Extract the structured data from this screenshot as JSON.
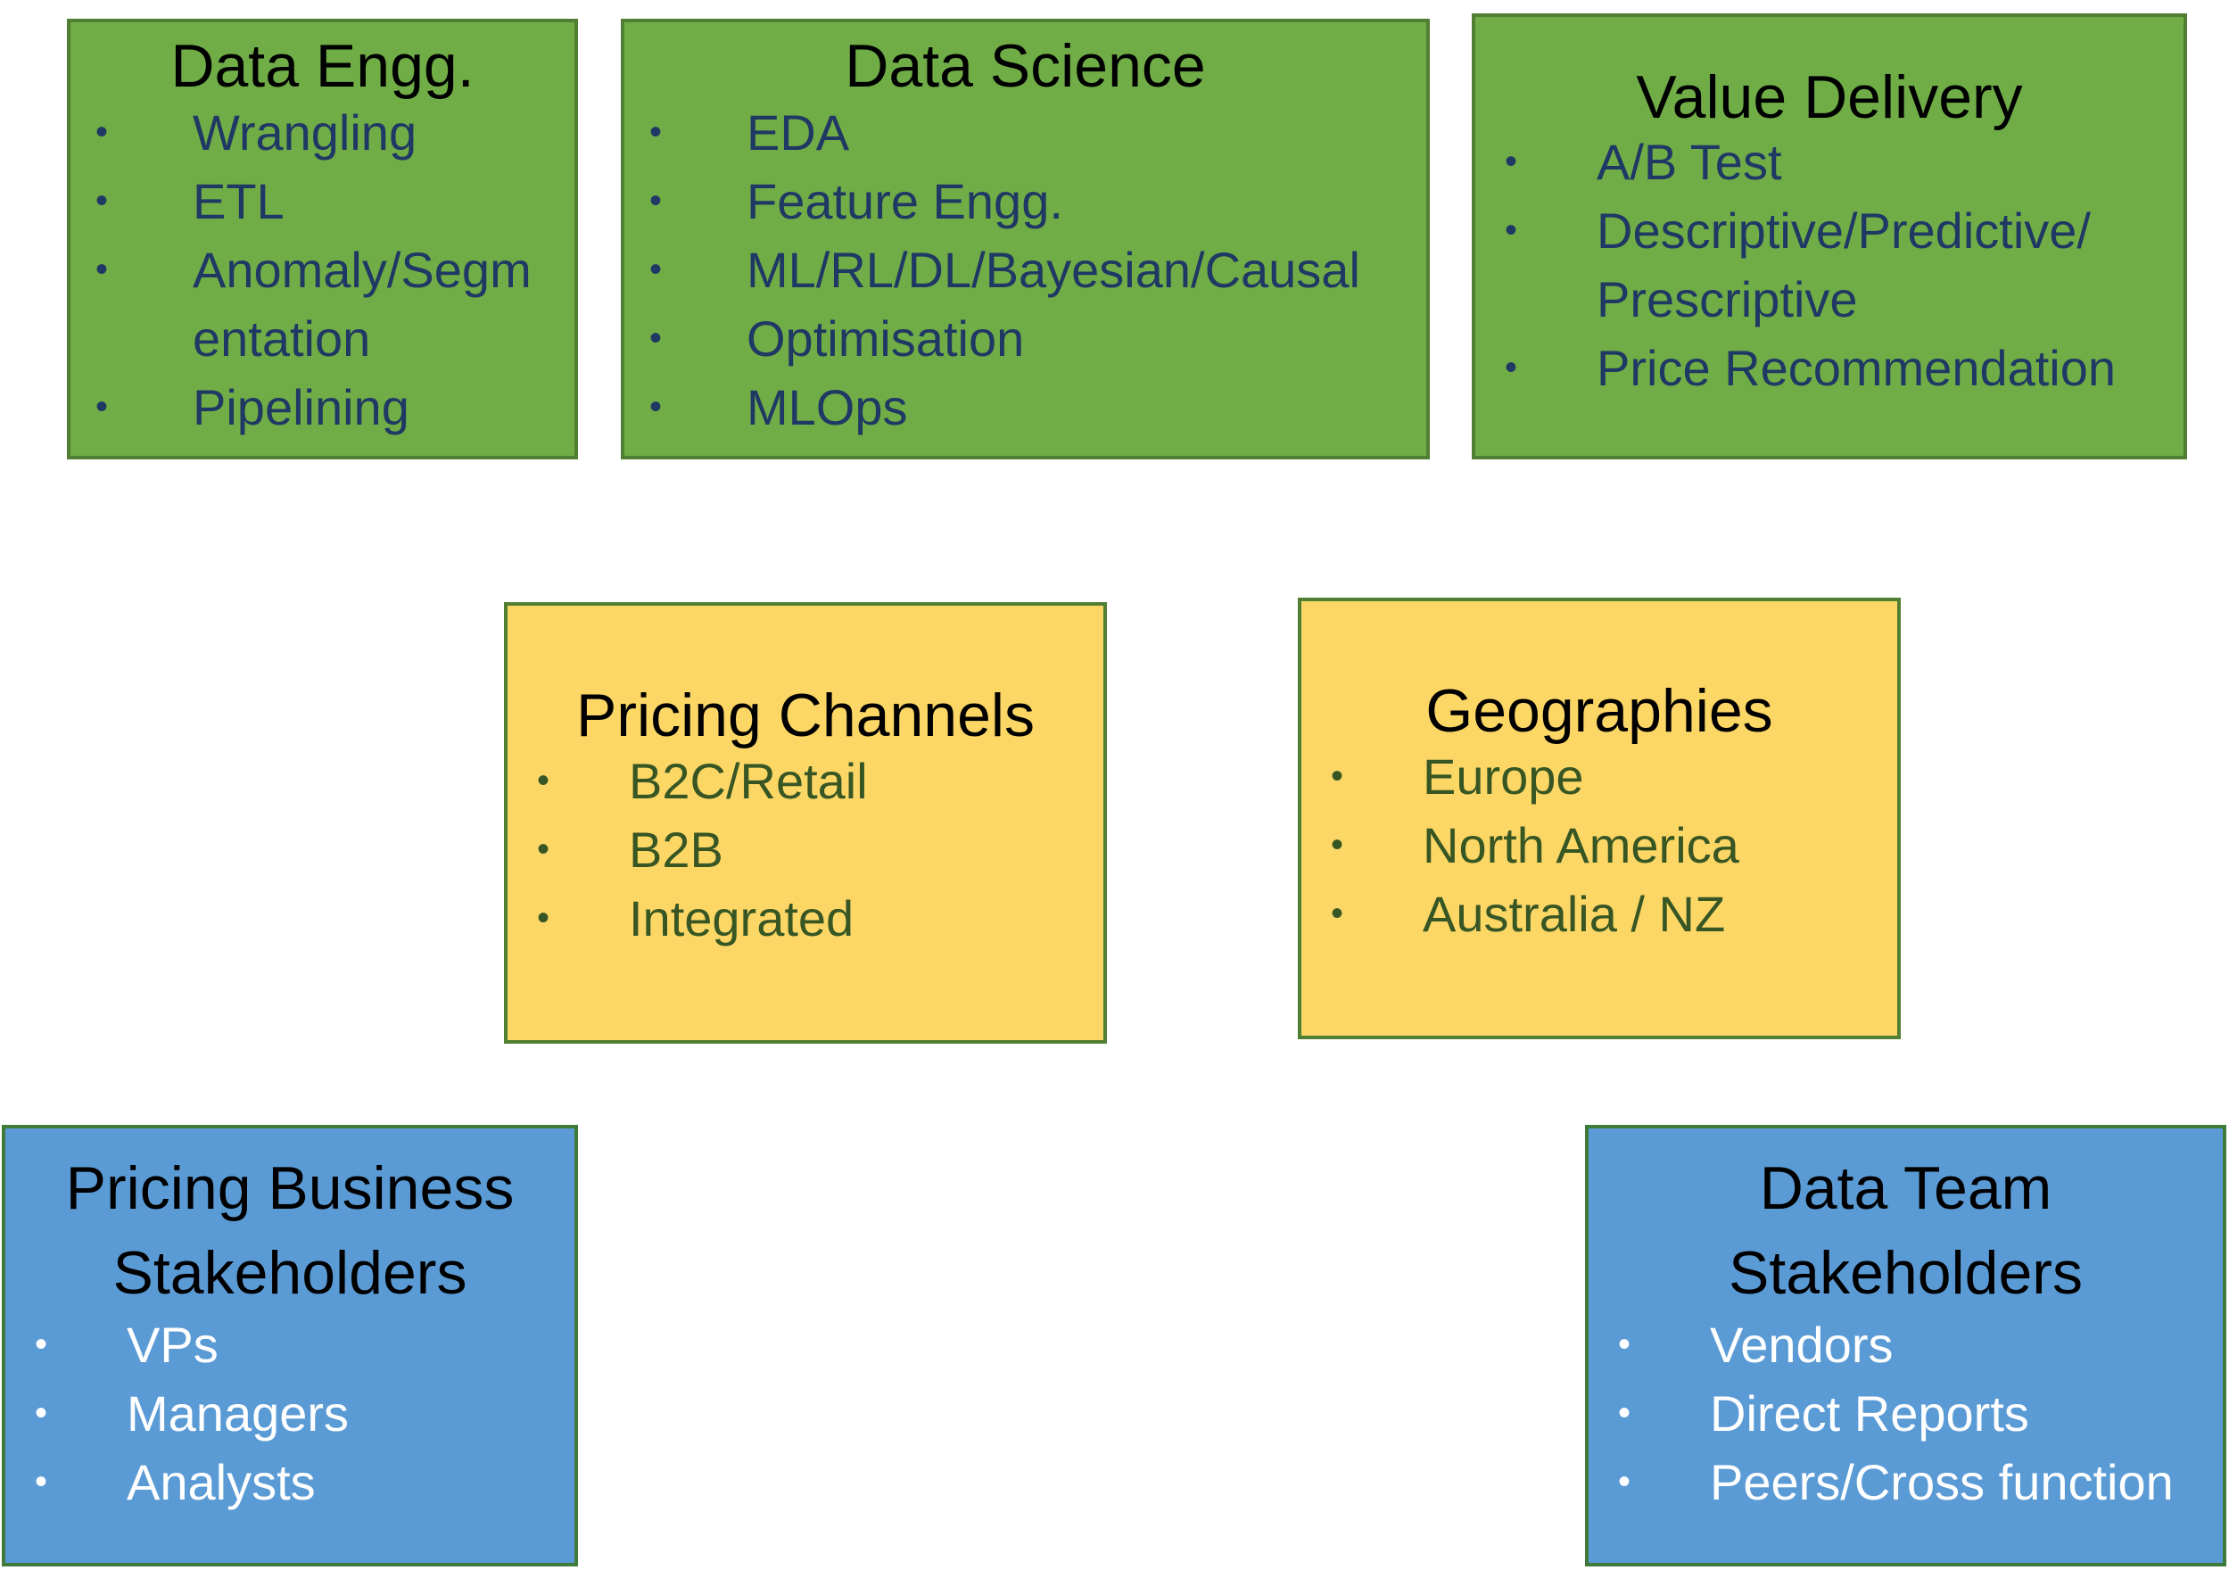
{
  "boxes": [
    {
      "id": "data-engg",
      "title": "Data Engg.",
      "items": [
        "Wrangling",
        "ETL",
        "Anomaly/Segm",
        "entation",
        "Pipelining"
      ]
    },
    {
      "id": "data-science",
      "title": "Data Science",
      "items": [
        "EDA",
        "Feature Engg.",
        "ML/RL/DL/Bayesian/Causal",
        "Optimisation",
        "MLOps"
      ]
    },
    {
      "id": "value-delivery",
      "title": "Value Delivery",
      "items": [
        "A/B Test",
        "Descriptive/Predictive/",
        "Prescriptive",
        "Price Recommendation"
      ]
    },
    {
      "id": "pricing-channels",
      "title": "Pricing Channels",
      "items": [
        "B2C/Retail",
        "B2B",
        "Integrated"
      ]
    },
    {
      "id": "geographies",
      "title": "Geographies",
      "items": [
        "Europe",
        "North America",
        "Australia / NZ"
      ]
    },
    {
      "id": "pricing-business-stakeholders",
      "title_lines": [
        "Pricing Business",
        "Stakeholders"
      ],
      "items": [
        "VPs",
        "Managers",
        "Analysts"
      ]
    },
    {
      "id": "data-team-stakeholders",
      "title_lines": [
        "Data Team",
        "Stakeholders"
      ],
      "items": [
        "Vendors",
        "Direct Reports",
        "Peers/Cross function"
      ]
    }
  ],
  "bullet": "•",
  "colors": {
    "green_fill": "#70ad47",
    "yellow_fill": "#fcd766",
    "blue_fill": "#5b9bd5",
    "green_text": "#1f3864",
    "yellow_text": "#375623",
    "blue_text": "#ffffff"
  }
}
